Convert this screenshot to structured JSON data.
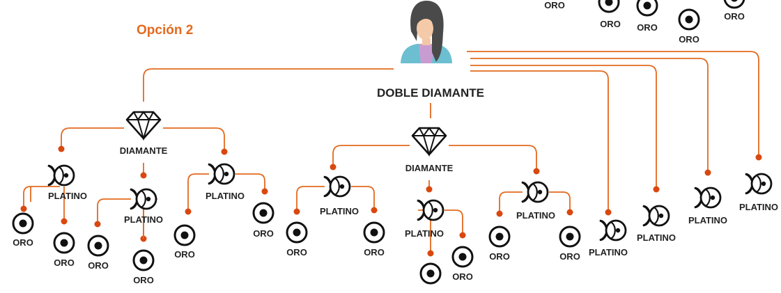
{
  "title": "Opción 2",
  "colors": {
    "line": "#e36a1f",
    "dot": "#d9480f",
    "icon": "#111111",
    "title": "#e36a1f"
  },
  "root": {
    "label": "DOBLE DIAMANTE",
    "icon": "woman-avatar"
  },
  "diamond_label": "DIAMANTE",
  "platino_label": "PLATINO",
  "oro_label": "ORO"
}
